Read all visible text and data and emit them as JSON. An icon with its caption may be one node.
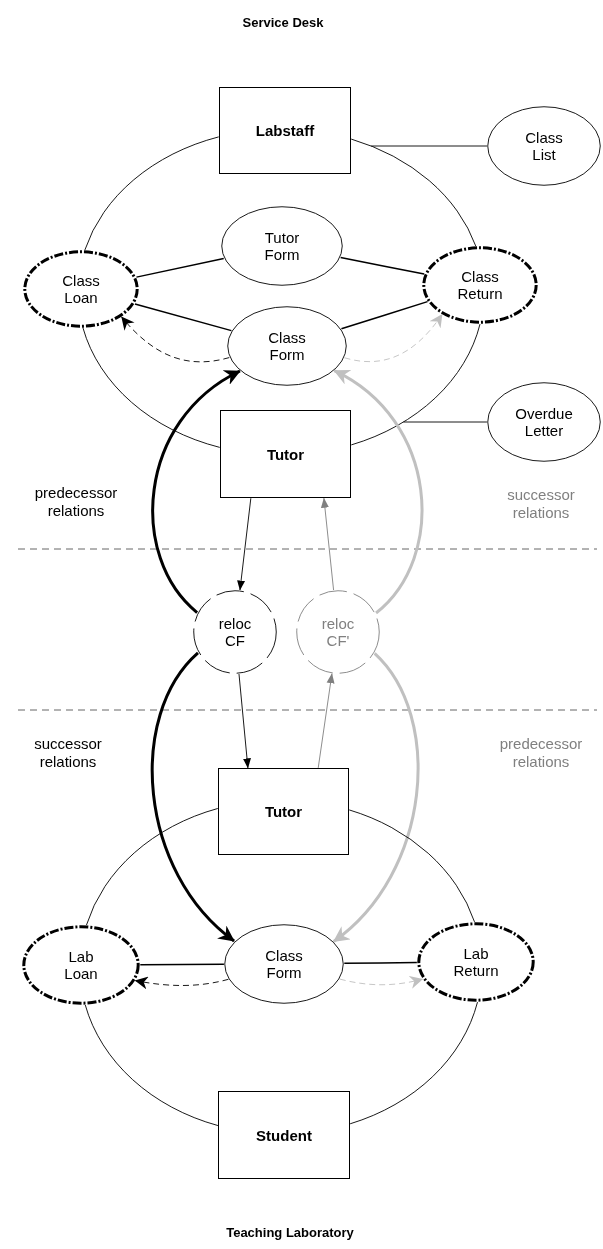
{
  "diagram": {
    "nodes": [
      {
        "text": [
          "Labstaff"
        ]
      },
      {
        "text": [
          "Class List"
        ]
      },
      {
        "text": [
          "Tutor Form"
        ]
      },
      {
        "text": [
          "Class Loan"
        ]
      },
      {
        "text": [
          "Class Return"
        ]
      },
      {
        "text": [
          "Class Form"
        ]
      },
      {
        "text": [
          "Overdue Letter"
        ]
      },
      {
        "text": [
          "Tutor"
        ]
      },
      {
        "text": [
          "reloc CF"
        ]
      },
      {
        "text": [
          "reloc CF'"
        ]
      },
      {
        "text": [
          "Tutor"
        ]
      },
      {
        "text": [
          "Lab Loan"
        ]
      },
      {
        "text": [
          "Class Form"
        ]
      },
      {
        "text": [
          "Lab Return"
        ]
      },
      {
        "text": [
          "Student"
        ]
      }
    ],
    "edges": [
      {
        "from": 0,
        "to": 3,
        "arrow": "none"
      },
      {
        "from": 3,
        "to": 7,
        "arrow": "none"
      },
      {
        "from": 0,
        "to": 4,
        "arrow": "none"
      },
      {
        "from": 4,
        "to": 7,
        "arrow": "none"
      },
      {
        "from": 1,
        "to": null,
        "arrow": "none"
      },
      {
        "from": 6,
        "to": null,
        "arrow": "none"
      },
      {
        "from": 2,
        "to": 3,
        "arrow": "none"
      },
      {
        "from": 2,
        "to": 4,
        "arrow": "none"
      },
      {
        "from": 5,
        "to": 3,
        "arrow": "none"
      },
      {
        "from": 5,
        "to": 4,
        "arrow": "none"
      },
      {
        "from": 5,
        "to": 3,
        "arrow": "to",
        "style": "dashed"
      },
      {
        "from": 5,
        "to": 4,
        "arrow": "to",
        "style": "dashed",
        "color": "#c0c0c0"
      },
      {
        "from": 8,
        "to": 5,
        "arrow": "to",
        "style": "thick"
      },
      {
        "from": 9,
        "to": 5,
        "arrow": "to",
        "style": "thick",
        "color": "#c0c0c0"
      },
      {
        "from": 7,
        "to": 8,
        "arrow": "to"
      },
      {
        "from": 10,
        "to": 9,
        "arrow": "to",
        "color": "#808080"
      },
      {
        "from": 9,
        "to": 7,
        "arrow": "to",
        "color": "#808080"
      },
      {
        "from": 8,
        "to": 10,
        "arrow": "to"
      },
      {
        "from": 8,
        "to": 12,
        "arrow": "to",
        "style": "thick"
      },
      {
        "from": 9,
        "to": 12,
        "arrow": "to",
        "style": "thick",
        "color": "#c0c0c0"
      },
      {
        "from": 10,
        "to": 11,
        "arrow": "none"
      },
      {
        "from": 11,
        "to": 14,
        "arrow": "none"
      },
      {
        "from": 10,
        "to": 13,
        "arrow": "none"
      },
      {
        "from": 13,
        "to": 14,
        "arrow": "none"
      },
      {
        "from": 12,
        "to": 11,
        "arrow": "none"
      },
      {
        "from": 12,
        "to": 13,
        "arrow": "none"
      },
      {
        "from": 12,
        "to": 11,
        "arrow": "to",
        "style": "dashed"
      },
      {
        "from": 12,
        "to": 13,
        "arrow": "to",
        "style": "dashed",
        "color": "#c0c0c0"
      }
    ],
    "labels": [
      "Service Desk",
      "predecessor relations",
      "successor relations",
      "successor relations",
      "predecessor relations",
      "Teaching Laboratory"
    ]
  }
}
